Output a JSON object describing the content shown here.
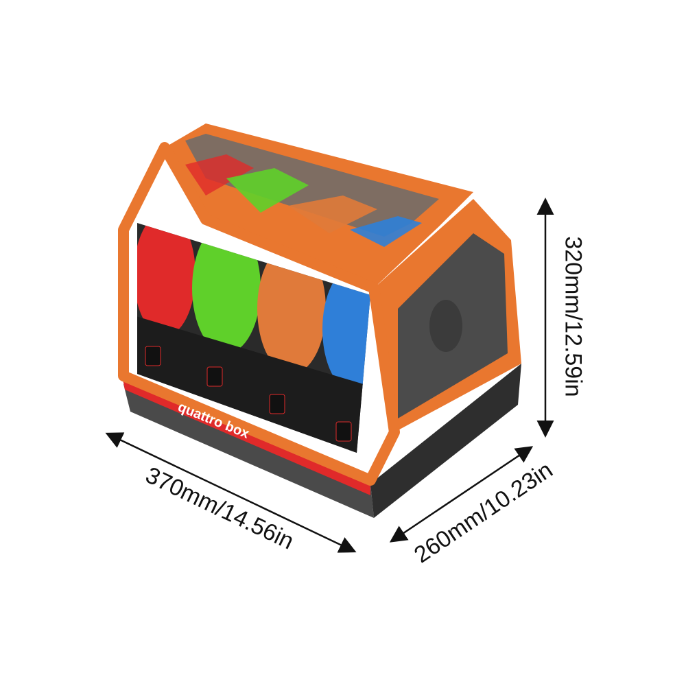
{
  "product": {
    "brand_text": "quattro box",
    "spool_colors": [
      "#e02a2a",
      "#5fd02a",
      "#e07a3a",
      "#2f7fd8"
    ],
    "frame_color": "#e9772f",
    "base_color": "#3a3a3a",
    "stripe_color": "#e02a2a"
  },
  "dimensions": {
    "width": "370mm/14.56in",
    "depth": "260mm/10.23in",
    "height": "320mm/12.59in"
  }
}
